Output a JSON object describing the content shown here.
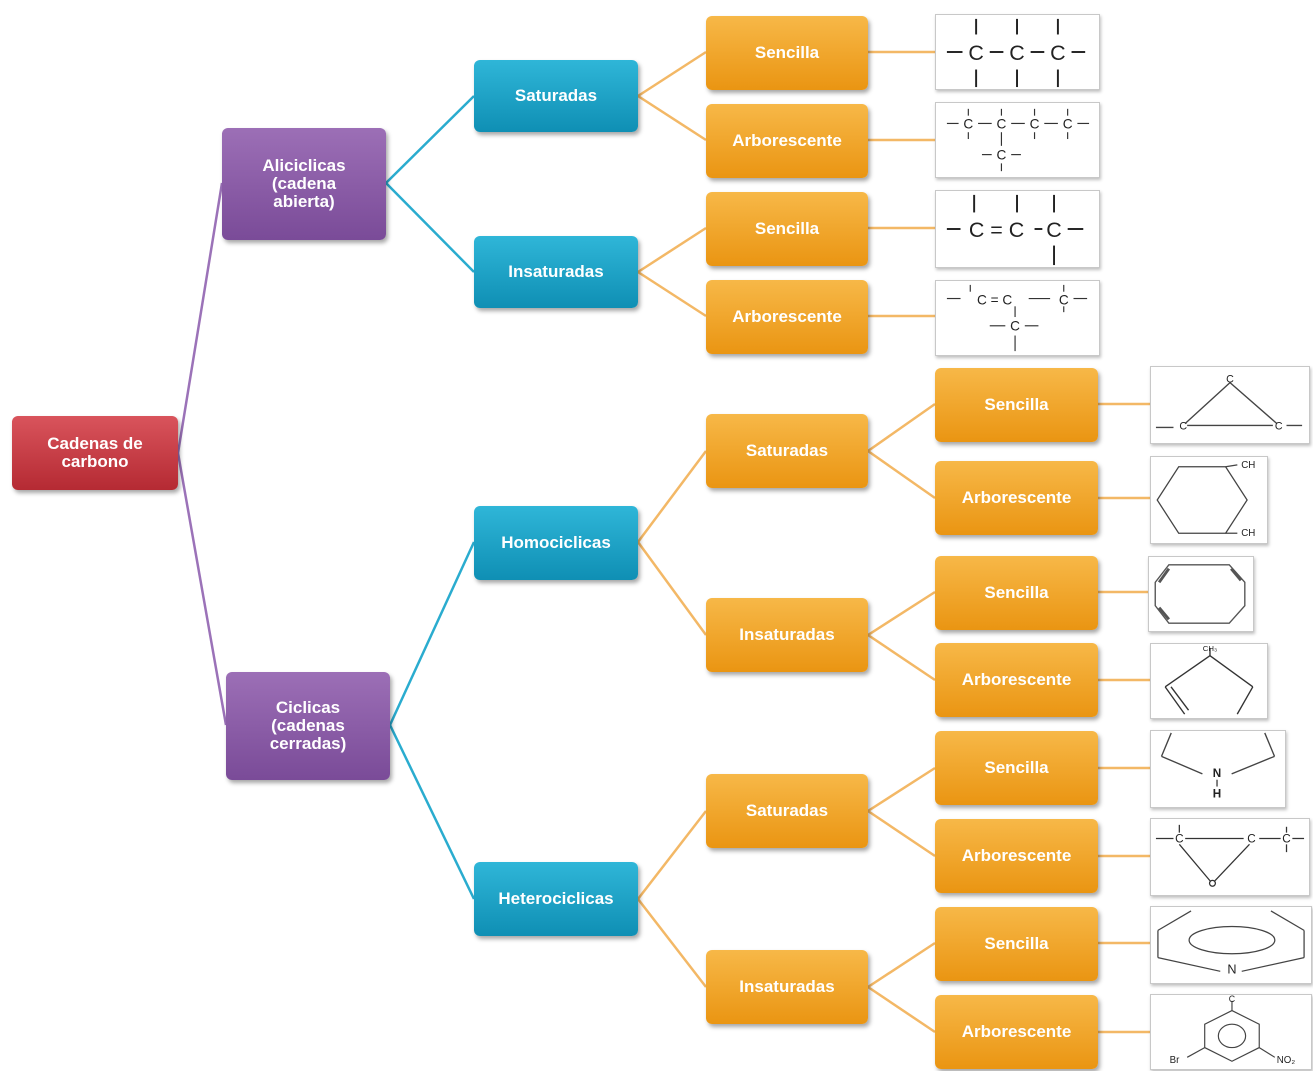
{
  "root": {
    "label": "Cadenas de carbono"
  },
  "aliciclicas": {
    "label": "Aliciclicas (cadena abierta)",
    "saturadas": {
      "label": "Saturadas",
      "sencilla": "Sencilla",
      "arborescente": "Arborescente"
    },
    "insaturadas": {
      "label": "Insaturadas",
      "sencilla": "Sencilla",
      "arborescente": "Arborescente"
    }
  },
  "ciclicas": {
    "label": "Ciclicas (cadenas cerradas)",
    "homociclicas": {
      "label": "Homociclicas",
      "saturadas": {
        "label": "Saturadas",
        "sencilla": "Sencilla",
        "arborescente": "Arborescente"
      },
      "insaturadas": {
        "label": "Insaturadas",
        "sencilla": "Sencilla",
        "arborescente": "Arborescente"
      }
    },
    "heterociclicas": {
      "label": "Heterociclicas",
      "saturadas": {
        "label": "Saturadas",
        "sencilla": "Sencilla",
        "arborescente": "Arborescente"
      },
      "insaturadas": {
        "label": "Insaturadas",
        "sencilla": "Sencilla",
        "arborescente": "Arborescente"
      }
    }
  },
  "structures": {
    "c": "C",
    "c_eq": "C = C",
    "ch": "CH",
    "ch3": "CH₃",
    "nh_n": "N",
    "nh_h": "H",
    "pyridine_n": "N",
    "br": "Br",
    "no2": "NO₂"
  },
  "colors": {
    "root": "#c0393f",
    "level1": "#8a5aa8",
    "level2": "#1ea3c7",
    "leaf": "#f0a22a",
    "line_purple": "#9b72b8",
    "line_teal": "#2aaccf",
    "line_orange": "#f3b866"
  }
}
